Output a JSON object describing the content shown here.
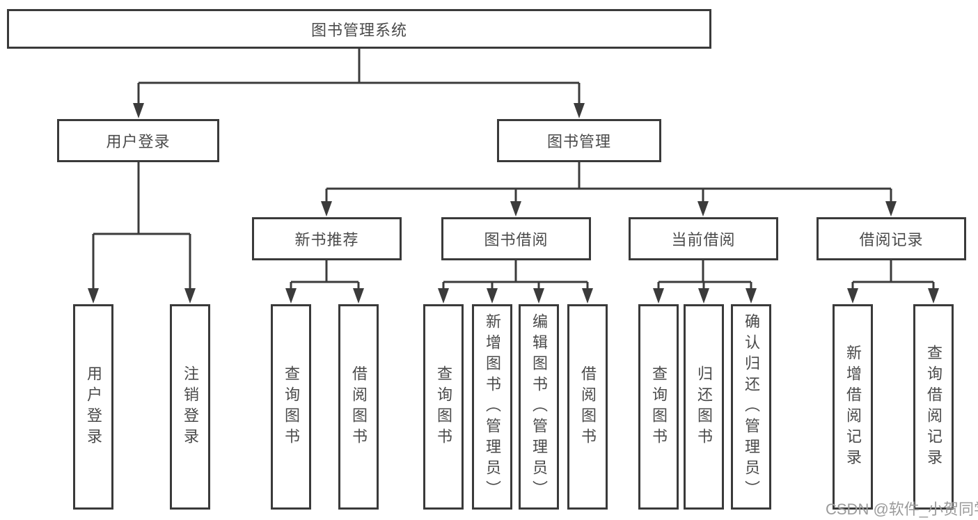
{
  "diagram_type": "hierarchy-tree",
  "colors": {
    "line": "#3b3b3b",
    "box_border": "#3a3a3a",
    "box_background": "#ffffff",
    "text": "#4a4a4a",
    "watermark": "#9b9b9b",
    "page_background": "#ffffff"
  },
  "tree": {
    "label": "图书管理系统",
    "children": [
      {
        "label": "用户登录",
        "children": [
          {
            "label": "用户登录"
          },
          {
            "label": "注销登录"
          }
        ]
      },
      {
        "label": "图书管理",
        "children": [
          {
            "label": "新书推荐",
            "children": [
              {
                "label": "查询图书"
              },
              {
                "label": "借阅图书"
              }
            ]
          },
          {
            "label": "图书借阅",
            "children": [
              {
                "label": "查询图书"
              },
              {
                "label": "新增图书（管理员）"
              },
              {
                "label": "编辑图书（管理员）"
              },
              {
                "label": "借阅图书"
              }
            ]
          },
          {
            "label": "当前借阅",
            "children": [
              {
                "label": "查询图书"
              },
              {
                "label": "归还图书"
              },
              {
                "label": "确认归还（管理员）"
              }
            ]
          },
          {
            "label": "借阅记录",
            "children": [
              {
                "label": "新增借阅记录"
              },
              {
                "label": "查询借阅记录"
              }
            ]
          }
        ]
      }
    ]
  },
  "watermark": "CSDN @软件_小贺同学"
}
